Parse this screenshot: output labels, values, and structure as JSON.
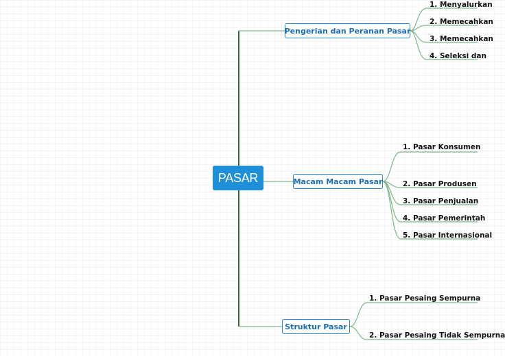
{
  "root": {
    "label": "PASAR"
  },
  "branches": [
    {
      "label": "Pengerian dan Peranan Pasar",
      "children": [
        "1. Menyalurkan",
        "2. Memecahkan",
        "3. Memecahkan",
        "4. Seleksi dan"
      ]
    },
    {
      "label": "Macam Macam Pasar",
      "children": [
        "1. Pasar Konsumen",
        "2. Pasar Produsen",
        "3. Pasar Penjualan",
        "4. Pasar Pemerintah",
        "5. Pasar Internasional"
      ]
    },
    {
      "label": "Struktur Pasar",
      "children": [
        "1. Pasar Pesaing Sempurna",
        "2. Pasar Pesaing Tidak Sempurna"
      ]
    }
  ],
  "colors": {
    "root": "#1e8fd8",
    "branch_border": "#2a86cc",
    "branch_text": "#1d6fb5",
    "trunk": "#2e6b3d",
    "link": "#7fb58a"
  }
}
